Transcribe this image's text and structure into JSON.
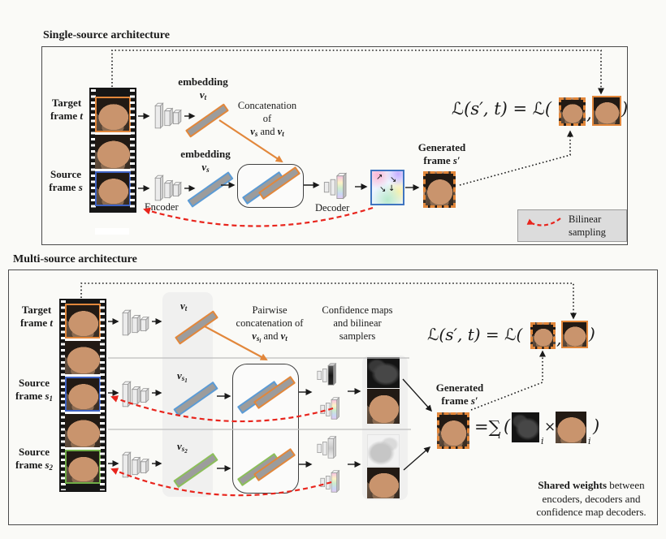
{
  "colors": {
    "orange": "#E2873B",
    "frame_blue": "#3F63C4",
    "slab_blue": "#5B9BD5",
    "frame_green": "#70AD47",
    "slab_green": "#8CBF5A",
    "red": "#E8251D",
    "slab_gray": "#9C9C9C"
  },
  "single": {
    "title": "Single-source architecture",
    "target_label": {
      "l1": "Target",
      "l2": "frame ",
      "var": "t"
    },
    "source_label": {
      "l1": "Source",
      "l2": "frame ",
      "var": "s"
    },
    "encoder_label": "Encoder",
    "decoder_label": "Decoder",
    "embedding_t": {
      "word": "embedding",
      "var": "v",
      "sub": "t"
    },
    "embedding_s": {
      "word": "embedding",
      "var": "v",
      "sub": "s"
    },
    "concat_text": {
      "l1": "Concatenation",
      "l2": "of",
      "va": "v",
      "vasub": "s",
      "mid": " and ",
      "vb": "v",
      "vbsub": "t"
    },
    "generated_label": {
      "l1": "Generated",
      "l2": "frame ",
      "var": "s′"
    },
    "loss": {
      "lhs": "ℒ(s′, t) = ℒ(",
      "comma": ",",
      "close": ")"
    },
    "legend": {
      "l1": "Bilinear",
      "l2": "sampling"
    }
  },
  "multi": {
    "title": "Multi-source architecture",
    "target_label": {
      "l1": "Target",
      "l2": "frame ",
      "var": "t"
    },
    "source1_label": {
      "l1": "Source",
      "l2": "frame ",
      "var": "s",
      "sub": "1"
    },
    "source2_label": {
      "l1": "Source",
      "l2": "frame ",
      "var": "s",
      "sub": "2"
    },
    "v_t": {
      "var": "v",
      "sub": "t"
    },
    "v_s1": {
      "var": "v",
      "sub": "s",
      "subsub": "1"
    },
    "v_s2": {
      "var": "v",
      "sub": "s",
      "subsub": "2"
    },
    "pairwise_text": {
      "l1": "Pairwise",
      "l2": "concatenation of",
      "va": "v",
      "vasub": "s",
      "vasubsub": "i",
      "mid": " and ",
      "vb": "v",
      "vbsub": "t"
    },
    "confmaps_text": {
      "l1": "Confidence maps",
      "l2": "and bilinear",
      "l3": "samplers"
    },
    "generated_label": {
      "l1": "Generated",
      "l2": "frame ",
      "var": "s′"
    },
    "loss": {
      "lhs": "ℒ(s′, t) = ℒ(",
      "comma": ",",
      "close": ")"
    },
    "sum": {
      "prefix": "=∑",
      "sub": "i",
      "open": "(",
      "map_sub": "i",
      "times": "×",
      "warp_sub": "i",
      "close": ")"
    },
    "shared_note": {
      "bold": "Shared weights",
      "rest": " between",
      "l2": "encoders, decoders and",
      "l3": "confidence map decoders."
    }
  }
}
